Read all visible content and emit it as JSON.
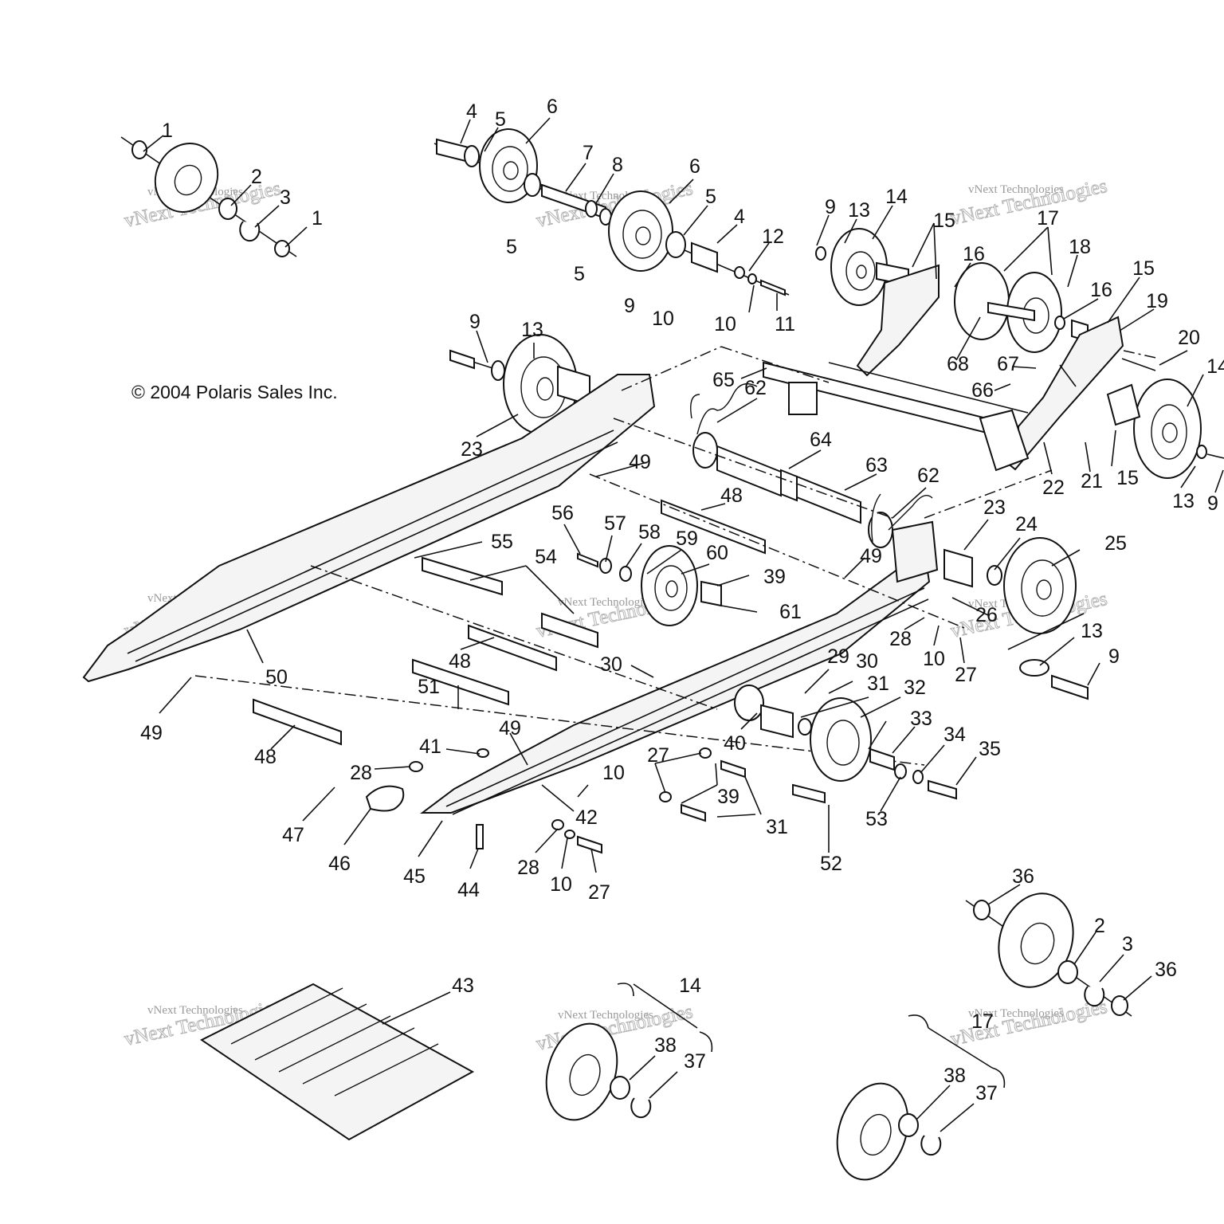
{
  "copyright": "© 2004 Polaris Sales Inc.",
  "watermark": {
    "line1": "vNext Technologies",
    "line2": "vNext Technologies"
  },
  "callouts": [
    "1",
    "2",
    "3",
    "1",
    "4",
    "5",
    "6",
    "7",
    "8",
    "6",
    "5",
    "5",
    "5",
    "4",
    "12",
    "10",
    "11",
    "9",
    "13",
    "14",
    "15",
    "17",
    "16",
    "18",
    "15",
    "16",
    "19",
    "9",
    "13",
    "9",
    "10",
    "20",
    "14",
    "67",
    "66",
    "65",
    "68",
    "23",
    "62",
    "64",
    "63",
    "62",
    "21",
    "15",
    "22",
    "13",
    "9",
    "49",
    "48",
    "56",
    "57",
    "58",
    "59",
    "60",
    "39",
    "55",
    "54",
    "61",
    "49",
    "23",
    "24",
    "25",
    "26",
    "13",
    "9",
    "28",
    "10",
    "27",
    "50",
    "48",
    "30",
    "29",
    "30",
    "31",
    "32",
    "51",
    "40",
    "33",
    "34",
    "35",
    "49",
    "48",
    "53",
    "52",
    "49",
    "41",
    "28",
    "10",
    "27",
    "39",
    "31",
    "47",
    "46",
    "45",
    "42",
    "28",
    "10",
    "27",
    "44",
    "36",
    "2",
    "3",
    "36",
    "43",
    "14",
    "38",
    "37",
    "17",
    "38",
    "37"
  ]
}
